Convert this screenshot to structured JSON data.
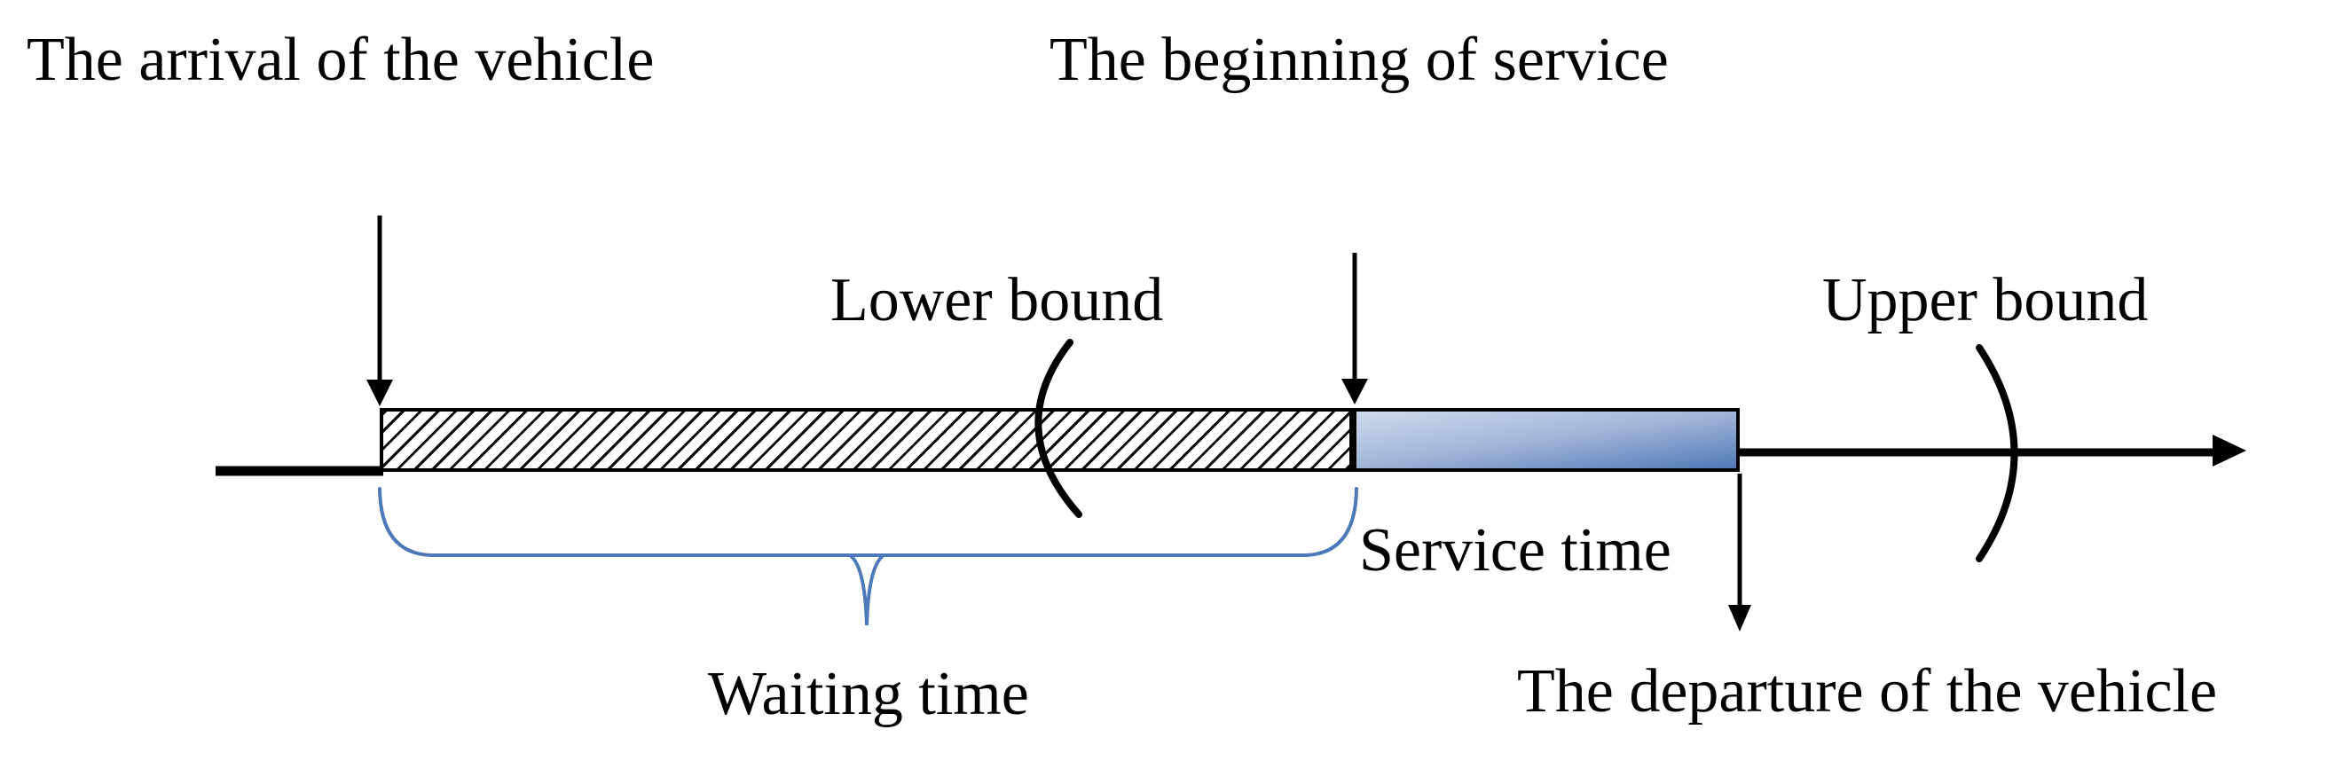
{
  "figure": {
    "type": "timeline-diagram",
    "background": "#ffffff"
  },
  "labels": {
    "arrival": "The arrival of the vehicle",
    "beginning_of_service": "The beginning of service",
    "lower_bound": "Lower bound",
    "upper_bound": "Upper bound",
    "service_time": "Service time",
    "waiting_time": "Waiting time",
    "departure": "The departure of the vehicle"
  },
  "colors": {
    "text": "#000000",
    "axis_line": "#000000",
    "bar_border": "#000000",
    "hatch_stroke": "#0a0a0a",
    "brace": "#4e79b8",
    "service_bar_gradient_top": "#cfdaec",
    "service_bar_gradient_mid": "#a0b5d8",
    "service_bar_gradient_bottom": "#5079b6"
  },
  "segments": [
    {
      "name": "waiting-time-segment",
      "fill": "diagonal-hatch",
      "starts_at_marker": "The arrival of the vehicle",
      "ends_at_marker": "The beginning of service",
      "underbrace_label": "Waiting time",
      "bound_marker_on_segment": "Lower bound"
    },
    {
      "name": "service-time-segment",
      "fill": "blue-gradient",
      "starts_at_marker": "The beginning of service",
      "ends_at_marker": "The departure of the vehicle",
      "label": "Service time"
    },
    {
      "name": "time-axis-tail",
      "fill": "line",
      "bound_marker_on_segment": "Upper bound"
    }
  ]
}
